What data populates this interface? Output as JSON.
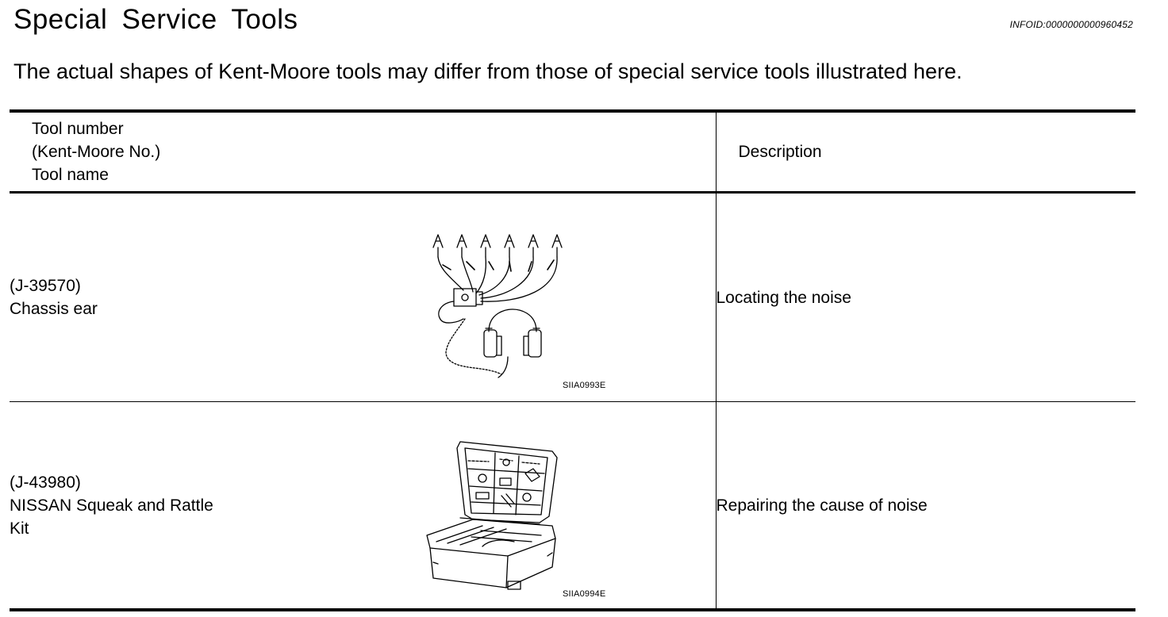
{
  "title": "Special Service Tools",
  "info_id": "INFOID:0000000000960452",
  "notice": "The actual shapes of Kent-Moore tools may differ from those of special service tools illustrated here.",
  "table": {
    "header": {
      "tool_lines": [
        "Tool number",
        "(Kent-Moore No.)",
        "Tool name"
      ],
      "description": "Description"
    },
    "rows": [
      {
        "tool_number": "(J-39570)",
        "tool_name_lines": [
          "Chassis ear"
        ],
        "figure_code": "SIIA0993E",
        "figure_icon": "chassis-ear-illustration",
        "description": "Locating the noise"
      },
      {
        "tool_number": "(J-43980)",
        "tool_name_lines": [
          "NISSAN Squeak and Rattle",
          "Kit"
        ],
        "figure_code": "SIIA0994E",
        "figure_icon": "squeak-rattle-kit-illustration",
        "description": "Repairing the cause of noise"
      }
    ]
  }
}
